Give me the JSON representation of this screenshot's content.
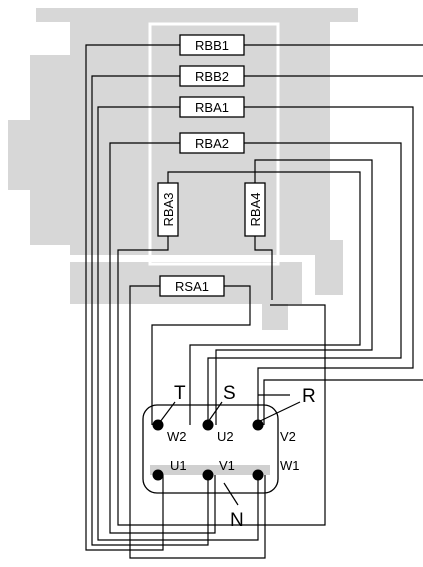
{
  "diagram": {
    "resistors": [
      {
        "id": "rbb1",
        "label": "RBB1"
      },
      {
        "id": "rbb2",
        "label": "RBB2"
      },
      {
        "id": "rba1",
        "label": "RBA1"
      },
      {
        "id": "rba2",
        "label": "RBA2"
      },
      {
        "id": "rba3",
        "label": "RBA3"
      },
      {
        "id": "rba4",
        "label": "RBA4"
      },
      {
        "id": "rsa1",
        "label": "RSA1"
      }
    ],
    "phases": {
      "t": "T",
      "s": "S",
      "r": "R",
      "n": "N"
    },
    "terminals": {
      "w2": "W2",
      "u2": "U2",
      "v2": "V2",
      "u1": "U1",
      "v1": "V1",
      "w1": "W1"
    },
    "colors": {
      "housing": "#d7d7d7",
      "bridge": "#d0d0d0",
      "line": "#000000"
    }
  }
}
